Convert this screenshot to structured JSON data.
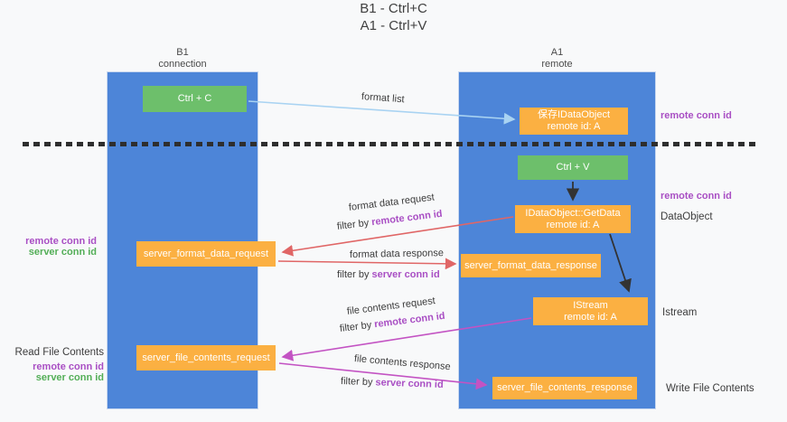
{
  "title": {
    "line1": "B1 - Ctrl+C",
    "line2": "A1 - Ctrl+V"
  },
  "columns": {
    "left": {
      "name": "B1",
      "role": "connection"
    },
    "right": {
      "name": "A1",
      "role": "remote"
    }
  },
  "nodes": {
    "ctrl_c": "Ctrl + C",
    "ctrl_v": "Ctrl + V",
    "save_idataobject": {
      "line1": "保存IDataObject",
      "line2": "remote id: A"
    },
    "getdata": {
      "line1": "IDataObject::GetData",
      "line2": "remote id: A"
    },
    "istream": {
      "line1": "IStream",
      "line2": "remote id: A"
    },
    "server_format_data_request": "server_format_data_request",
    "server_format_data_response": "server_format_data_response",
    "server_file_contents_request": "server_file_contents_request",
    "server_file_contents_response": "server_file_contents_response"
  },
  "side_labels": {
    "remote_conn_id": "remote conn id",
    "server_conn_id": "server conn id",
    "dataobject": "DataObject",
    "istream": "Istream",
    "read_file_contents": "Read File Contents",
    "write_file_contents": "Write File Contents"
  },
  "edge_labels": {
    "format_list": "format list",
    "format_data_request": "format data request",
    "format_data_response": "format data response",
    "file_contents_request": "file contents request",
    "file_contents_response": "file contents response",
    "filter_by": "filter by ",
    "remote_conn_id": "remote conn id",
    "server_conn_id": "server conn id"
  },
  "colors": {
    "lane_blue": "#4d85d8",
    "node_green": "#6dbf6b",
    "node_orange": "#fbb042",
    "purple": "#a94fc4",
    "green_text": "#53ae57",
    "arrow_red": "#e06666",
    "arrow_magenta": "#c353c3",
    "arrow_blue": "#a9d3f2",
    "arrow_black": "#333333"
  }
}
